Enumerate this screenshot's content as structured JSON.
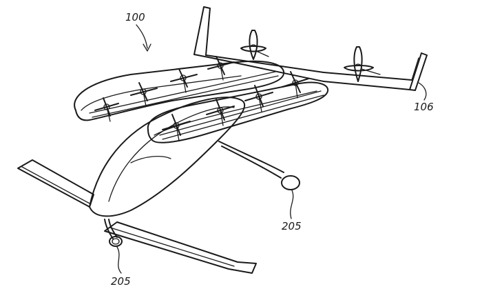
{
  "figure": {
    "labels": {
      "aircraft": "100",
      "tail": "106",
      "skid_right": "205",
      "skid_front": "205"
    }
  }
}
